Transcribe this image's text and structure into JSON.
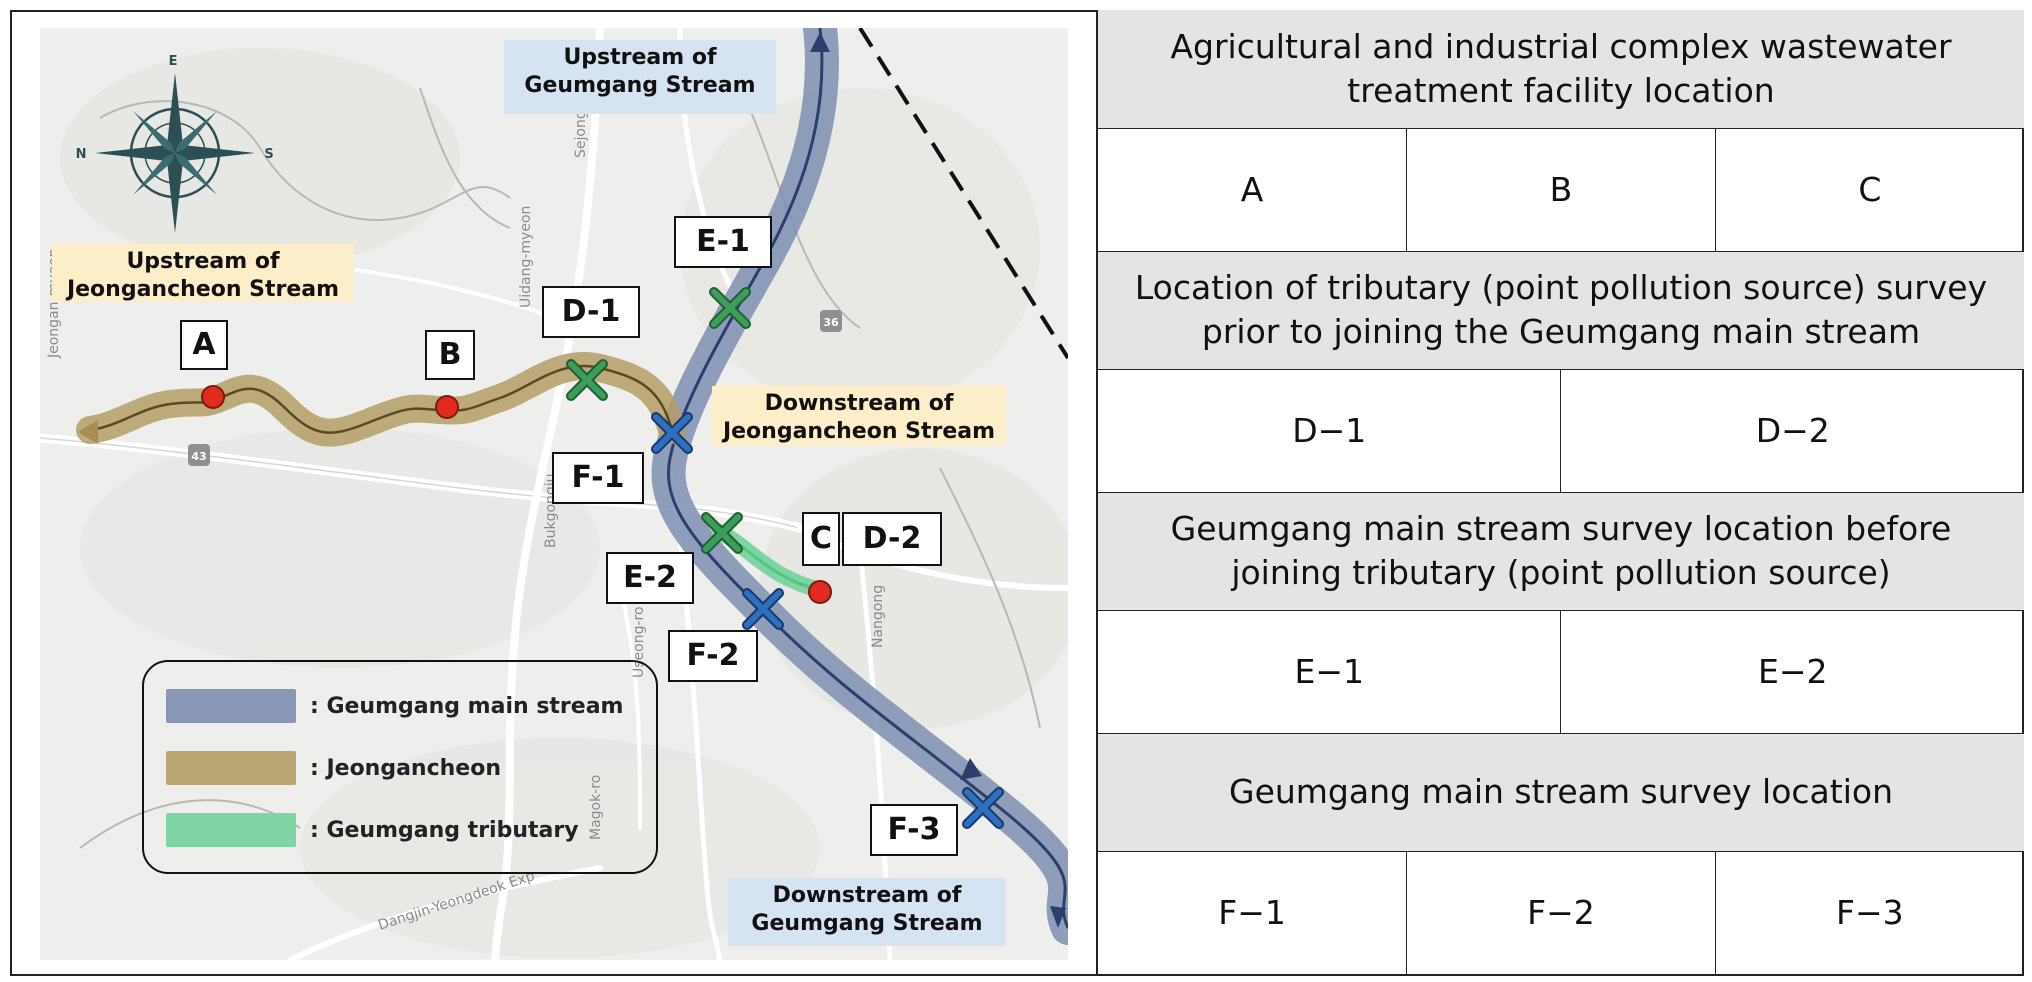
{
  "map": {
    "callouts": {
      "upstream_geumgang": [
        "Upstream of",
        "Geumgang Stream"
      ],
      "upstream_jeongan": [
        "Upstream of",
        "Jeongancheon Stream"
      ],
      "downstream_jeongan": [
        "Downstream of",
        "Jeongancheon Stream"
      ],
      "downstream_geumgang": [
        "Downstream of",
        "Geumgang Stream"
      ]
    },
    "points": {
      "A": "A",
      "B": "B",
      "C": "C",
      "D1": "D-1",
      "D2": "D-2",
      "E1": "E-1",
      "E2": "E-2",
      "F1": "F-1",
      "F2": "F-2",
      "F3": "F-3"
    },
    "compass": {
      "N": "N",
      "E": "E",
      "S": "S"
    },
    "road_labels": {
      "sejong": "Sejong-ro",
      "bukgongju": "Bukgongju",
      "useong": "Useong-ro",
      "nangong": "Nangong",
      "magok": "Magok-ro",
      "dangjin": "Dangjin-Yeongdeok Exp",
      "idang": "Uidang-myeon",
      "jeongan": "Jeongan-myeon",
      "route43": "43",
      "route36": "36"
    },
    "legend": [
      {
        "label": ": Geumgang main stream",
        "color": "#7d8eb0"
      },
      {
        "label": ": Jeongancheon",
        "color": "#b49e67"
      },
      {
        "label": ": Geumgang tributary",
        "color": "#7fd4a4"
      }
    ],
    "colors": {
      "main_stream": "#5a6f9c",
      "jeongancheon": "#a88d4f",
      "tributary": "#4fc77f",
      "marker_red": "#e22b1e",
      "marker_green": "#2f8a4a",
      "marker_blue": "#2a64b0"
    }
  },
  "table": {
    "row1_header": "Agricultural and industrial complex wastewater treatment facility location",
    "row1_cells": [
      "A",
      "B",
      "C"
    ],
    "row2_header": "Location of tributary (point pollution source) survey prior to joining the Geumgang main stream",
    "row2_cells": [
      "D−1",
      "D−2"
    ],
    "row3_header": "Geumgang main stream survey location before joining tributary (point pollution source)",
    "row3_cells": [
      "E−1",
      "E−2"
    ],
    "row4_header": "Geumgang main stream survey location",
    "row4_cells": [
      "F−1",
      "F−2",
      "F−3"
    ]
  }
}
